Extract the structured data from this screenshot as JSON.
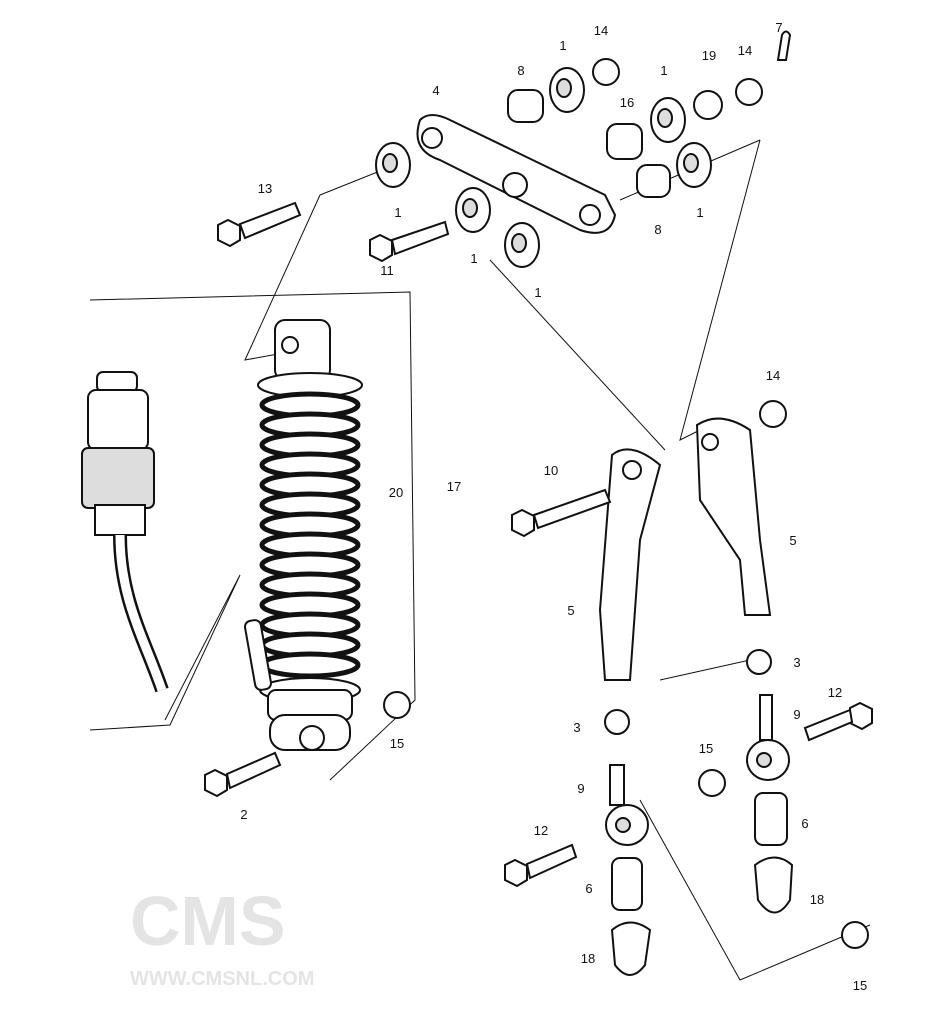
{
  "diagram": {
    "watermark": "CMS",
    "watermark_url": "WWW.CMSNL.COM",
    "callouts": [
      "7",
      "14",
      "1",
      "8",
      "1",
      "19",
      "14",
      "4",
      "16",
      "13",
      "1",
      "8",
      "1",
      "11",
      "1",
      "1",
      "14",
      "10",
      "20",
      "17",
      "5",
      "5",
      "3",
      "12",
      "9",
      "15",
      "3",
      "15",
      "9",
      "2",
      "6",
      "12",
      "6",
      "18",
      "18",
      "15"
    ]
  }
}
